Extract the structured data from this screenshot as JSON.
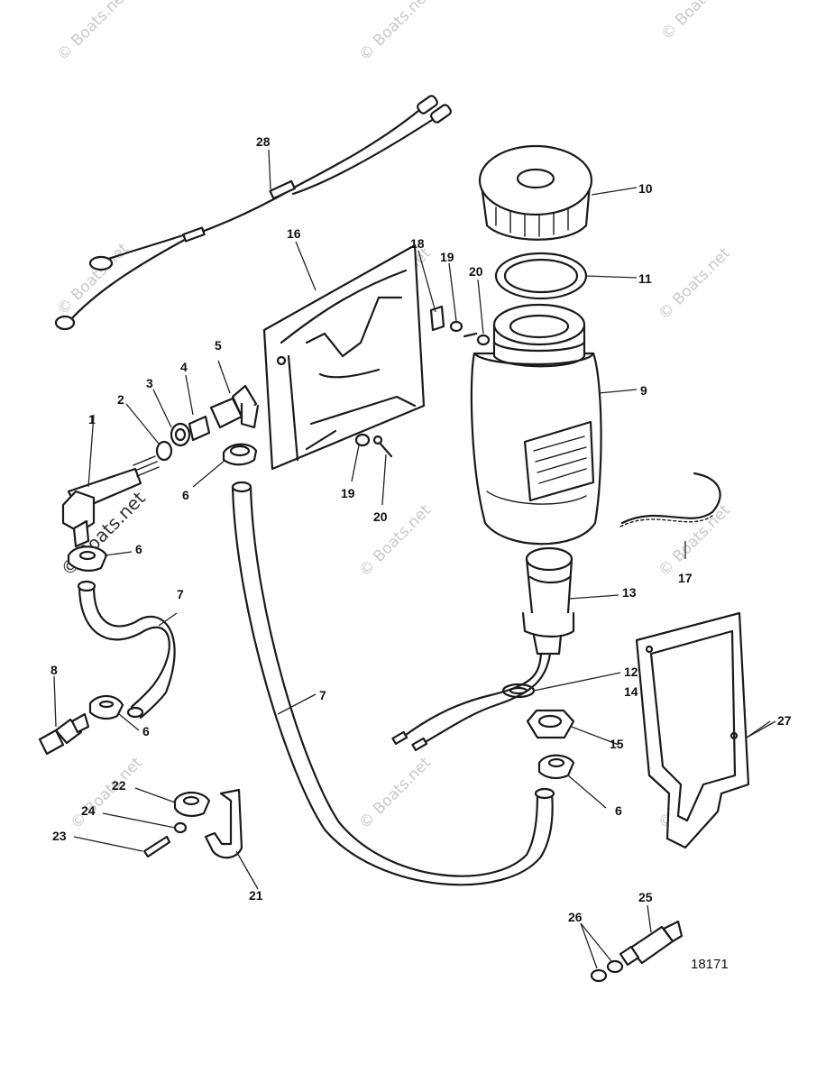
{
  "diagram": {
    "reference_number": "18171",
    "watermark_text": "© Boats.net",
    "callouts": {
      "c1": "1",
      "c2": "2",
      "c3": "3",
      "c4": "4",
      "c5": "5",
      "c6a": "6",
      "c6b": "6",
      "c6c": "6",
      "c6d": "6",
      "c7a": "7",
      "c7b": "7",
      "c8": "8",
      "c9": "9",
      "c10": "10",
      "c11": "11",
      "c12": "12",
      "c13": "13",
      "c14": "14",
      "c15": "15",
      "c16": "16",
      "c17": "17",
      "c18": "18",
      "c19a": "19",
      "c19b": "19",
      "c20a": "20",
      "c20b": "20",
      "c21": "21",
      "c22": "22",
      "c23": "23",
      "c24": "24",
      "c25": "25",
      "c26": "26",
      "c27": "27",
      "c28": "28"
    }
  },
  "colors": {
    "line": "#1a1a1a",
    "watermark": "#c9c9c9",
    "background": "#ffffff"
  }
}
